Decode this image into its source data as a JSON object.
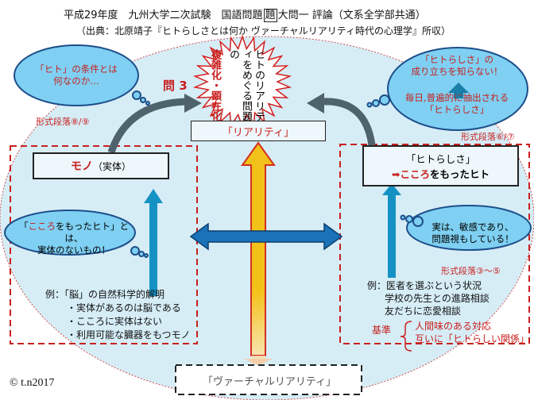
{
  "title": {
    "line1": "平成29年度　九州大学二次試験　国語問題",
    "line1_boxed": "題",
    "line1_rest": "大問一 評論（文系全学部共通）",
    "line2": "（出典：北原靖子『ヒトらしさとは何か ヴァーチャルリアリティ時代の心理学』所収）"
  },
  "question_label": "問 3",
  "starburst": {
    "main": "ヒトのリアリティをめぐる問題の",
    "sub": "複雑化・顕在化"
  },
  "reality_box": "「リアリティ」",
  "virtual_box": "「ヴァーチャルリアリティ」",
  "left": {
    "cloud_top": [
      "「ヒト」の条件とは",
      "何なのか…"
    ],
    "paragraph": "形式段落⑧/⑨",
    "mono_red": "モノ",
    "mono_rest": "（実体）",
    "cloud_mid_red": "こころ",
    "cloud_mid": [
      "「",
      "をもったヒト」とは、",
      "実体のないもの！"
    ],
    "example": [
      "例：「脳」の自然科学的解明",
      "・実体があるのは脳である",
      "・こころに実体はない",
      "・利用可能な臓器をもつモノ"
    ]
  },
  "right": {
    "cloud_top": [
      "「ヒトらしさ」の",
      "成り立ちを知らない！",
      "毎日,普遍的に抽出される",
      "「ヒトらしさ」"
    ],
    "paragraph": "形式段落⑥/⑦",
    "box_line1": "「ヒトらしさ」",
    "box_arrow": "➡",
    "box_red": "こころ",
    "box_rest": "をもったヒト",
    "cloud_mid": [
      "実は、敏感であり、",
      "問題視もしている！"
    ],
    "paragraph2": "形式段落③～⑤",
    "example": [
      "例：医者を選ぶという状況",
      "学校の先生との進路相談",
      "友だちに恋愛相談"
    ],
    "criteria_label": "基準",
    "criteria": [
      "人間味のある対応",
      "互いに「ヒトらしい関係」"
    ]
  },
  "copyright": "© t.n2017",
  "colors": {
    "red": "#c8201e",
    "ellipse": "#d6edf6",
    "cloud": "#7fd0f2",
    "arrow_blue": "#1592c4"
  }
}
